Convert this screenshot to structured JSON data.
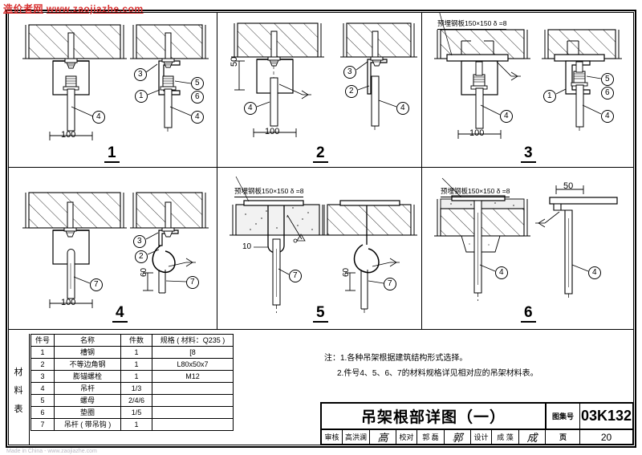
{
  "watermark": {
    "top_cn": "造价者网",
    "top_url": "www.zaojiazhe.com",
    "bottom": "Made in China - www.zaojiazhe.com"
  },
  "panels": [
    {
      "number": "1",
      "top_label": ""
    },
    {
      "number": "2",
      "top_label": ""
    },
    {
      "number": "3",
      "top_label": "预埋钢板150×150   δ =8"
    },
    {
      "number": "4",
      "top_label": ""
    },
    {
      "number": "5",
      "top_label": "预埋钢板150×150   δ =8"
    },
    {
      "number": "6",
      "top_label": "预埋钢板150×150   δ =8"
    }
  ],
  "dims": {
    "d100": "100",
    "d50": "50",
    "d60": "60",
    "d10": "10"
  },
  "callouts": {
    "c1": "1",
    "c2": "2",
    "c3": "3",
    "c4": "4",
    "c5": "5",
    "c6": "6",
    "c7": "7"
  },
  "material_table": {
    "side_label_chars": [
      "材",
      "料",
      "表"
    ],
    "headers": [
      "件号",
      "名称",
      "件数",
      "规格 ( 材料：Q235 )"
    ],
    "rows": [
      {
        "no": "1",
        "name": "槽钢",
        "qty": "1",
        "spec": "[8"
      },
      {
        "no": "2",
        "name": "不等边角钢",
        "qty": "1",
        "spec": "L80x50x7"
      },
      {
        "no": "3",
        "name": "膨锚螺栓",
        "qty": "1",
        "spec": "M12"
      },
      {
        "no": "4",
        "name": "吊杆",
        "qty": "1/3",
        "spec": ""
      },
      {
        "no": "5",
        "name": "螺母",
        "qty": "2/4/6",
        "spec": ""
      },
      {
        "no": "6",
        "name": "垫圈",
        "qty": "1/5",
        "spec": ""
      },
      {
        "no": "7",
        "name": "吊杆 ( 带吊钩 )",
        "qty": "1",
        "spec": ""
      }
    ]
  },
  "notes": {
    "line1": "注：1.各种吊架根据建筑结构形式选择。",
    "line2": "2.件号4、5、6、7的材料规格详见相对应的吊架材料表。"
  },
  "title_block": {
    "title": "吊架根部详图（一）",
    "atlas_label": "图集号",
    "atlas_value": "03K132",
    "page_label": "页",
    "page_value": "20",
    "signatures": [
      {
        "role": "审核",
        "name": "高洪澜",
        "sign": "高"
      },
      {
        "role": "校对",
        "name": "郭 磊",
        "sign": "郭"
      },
      {
        "role": "设计",
        "name": "成 藻",
        "sign": "成"
      }
    ]
  },
  "colors": {
    "line": "#000000",
    "watermark": "#d83030",
    "concrete_fill": "#f2f2f2"
  }
}
